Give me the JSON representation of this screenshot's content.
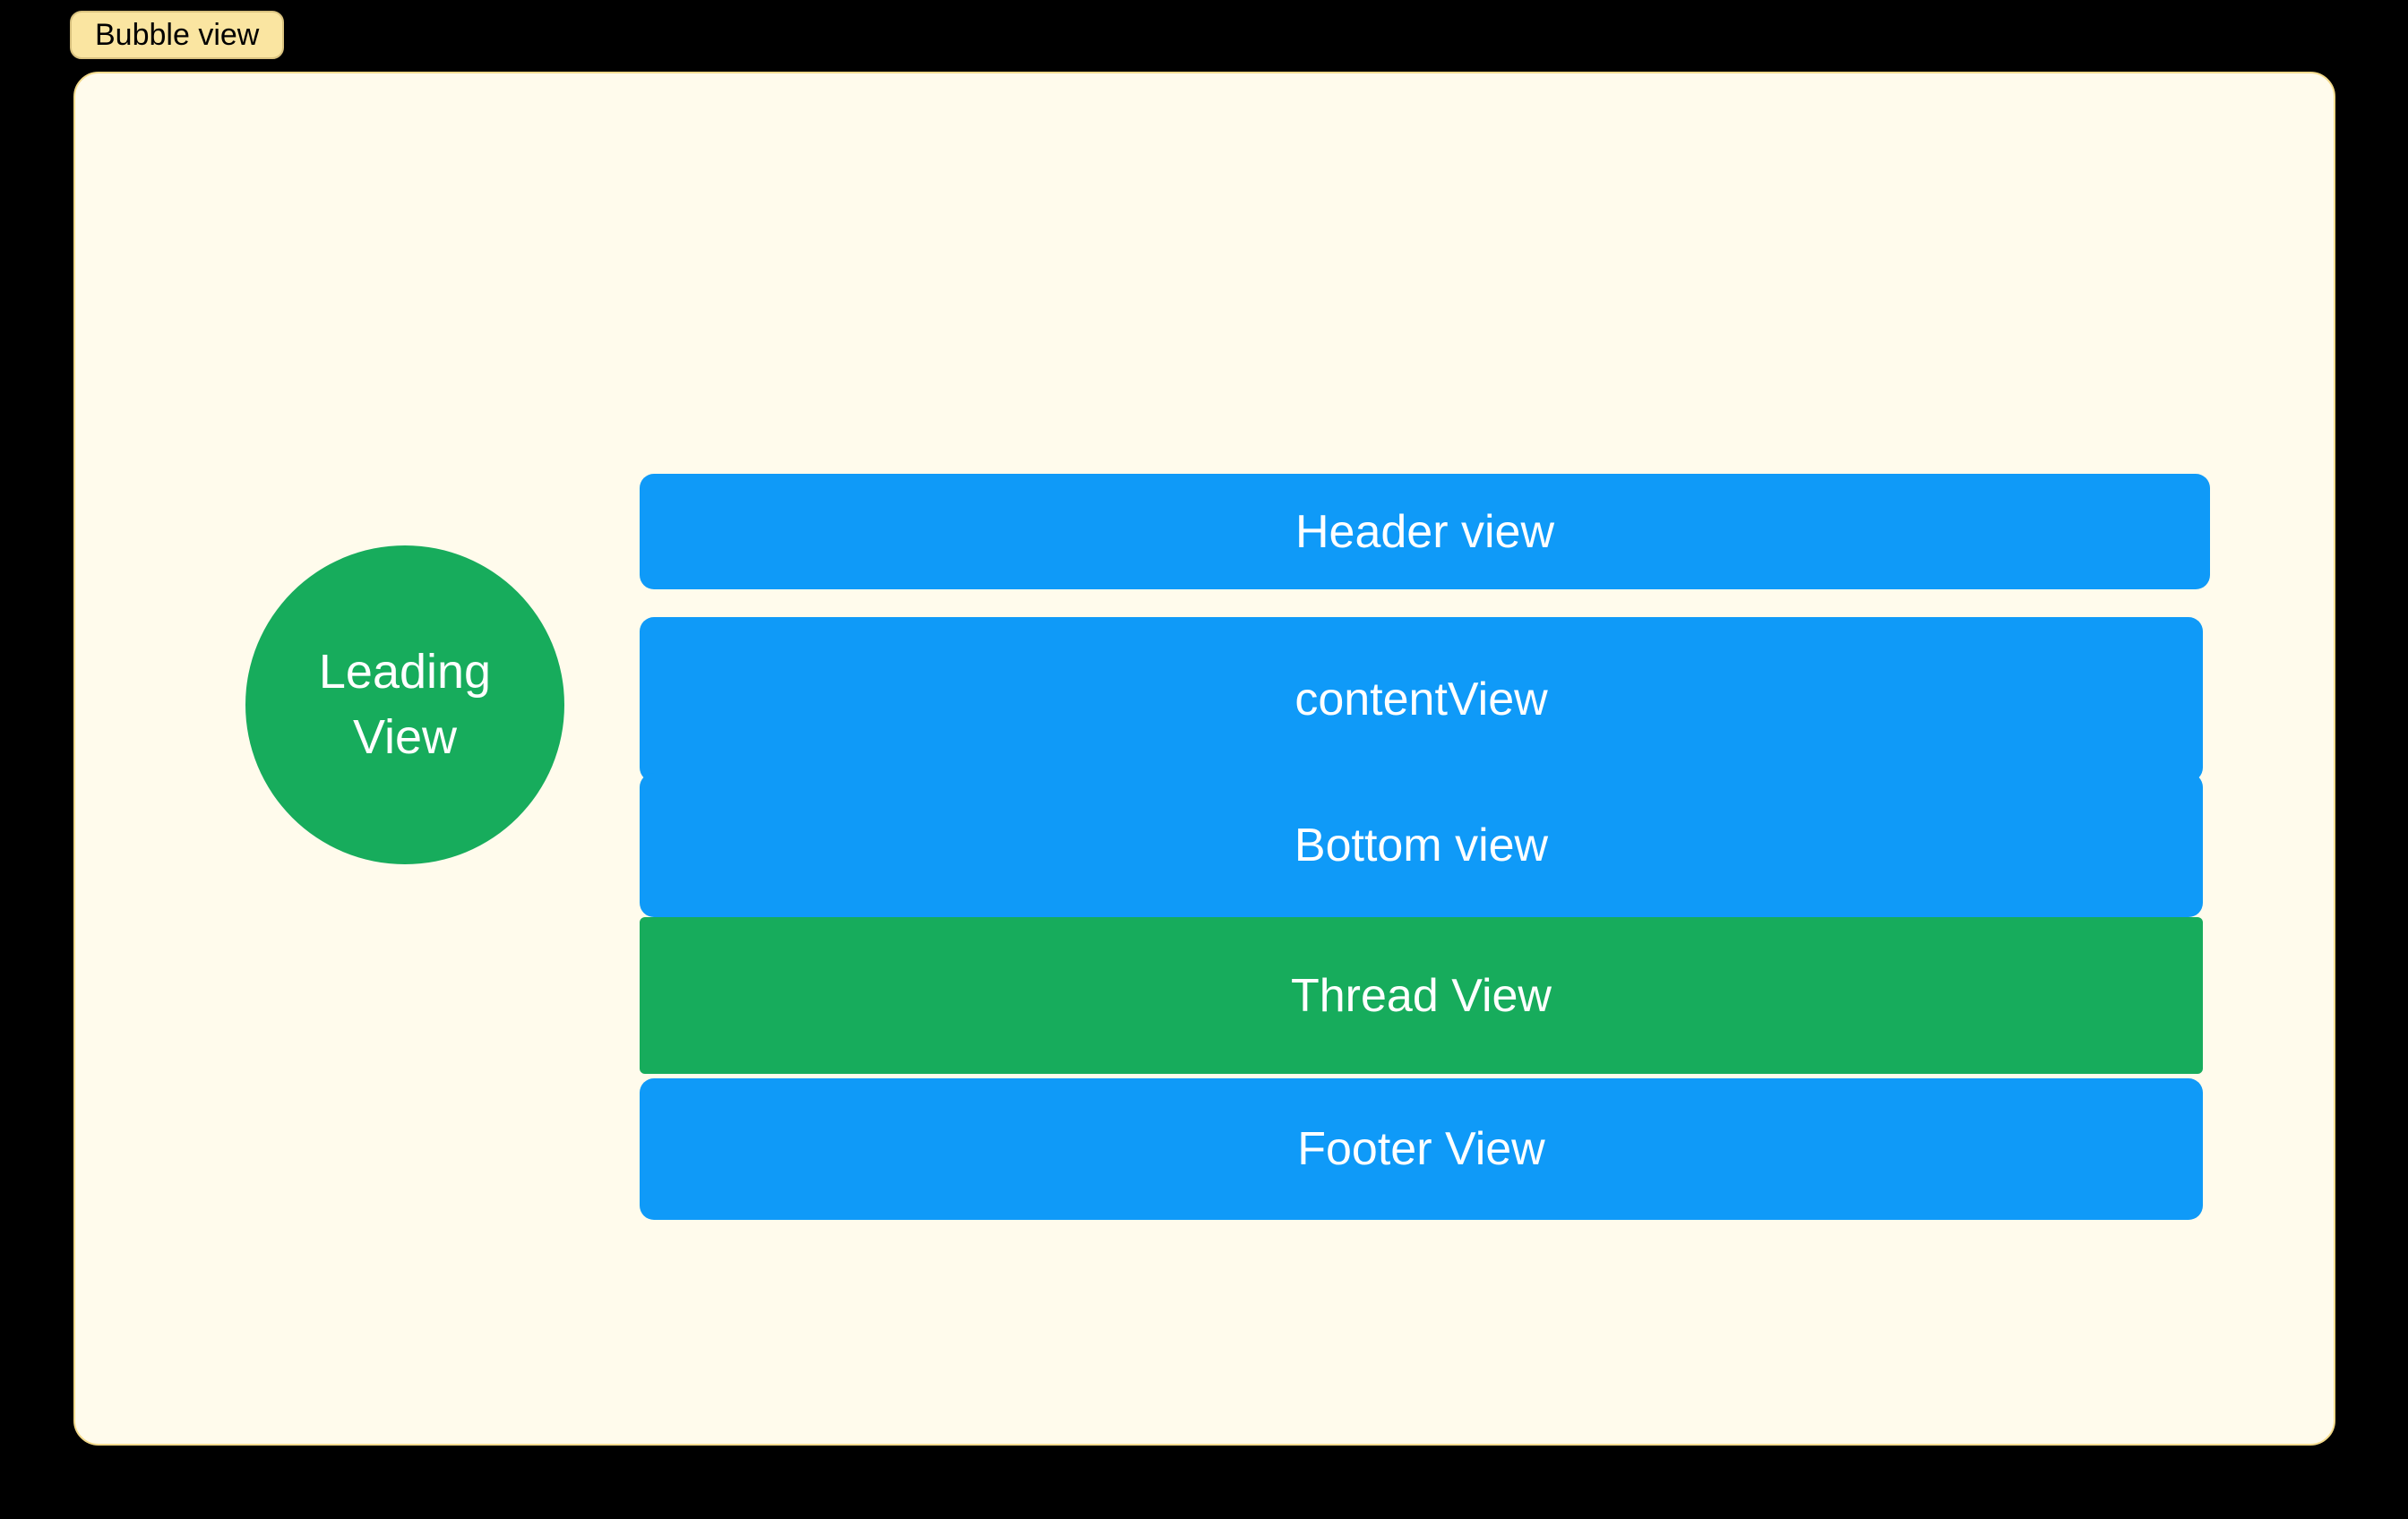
{
  "preview": {
    "tag_label": "Bubble view"
  },
  "canvas": {
    "leading_circle": {
      "lines": [
        "Leading",
        "View"
      ]
    },
    "bars": {
      "header": "Header view",
      "content": "contentView",
      "bottom": "Bottom view",
      "thread": "Thread View",
      "footer": "Footer View"
    }
  },
  "colors": {
    "background": "#000000",
    "panel_bg": "#FFFBEC",
    "panel_border": "#F3DA8C",
    "tag_bg": "#FAE5A1",
    "tag_border": "#D9C27F",
    "tag_text": "#000000",
    "blue": "#0F9AF8",
    "green": "#17AC5C",
    "bar_text": "#FFFFFF"
  }
}
